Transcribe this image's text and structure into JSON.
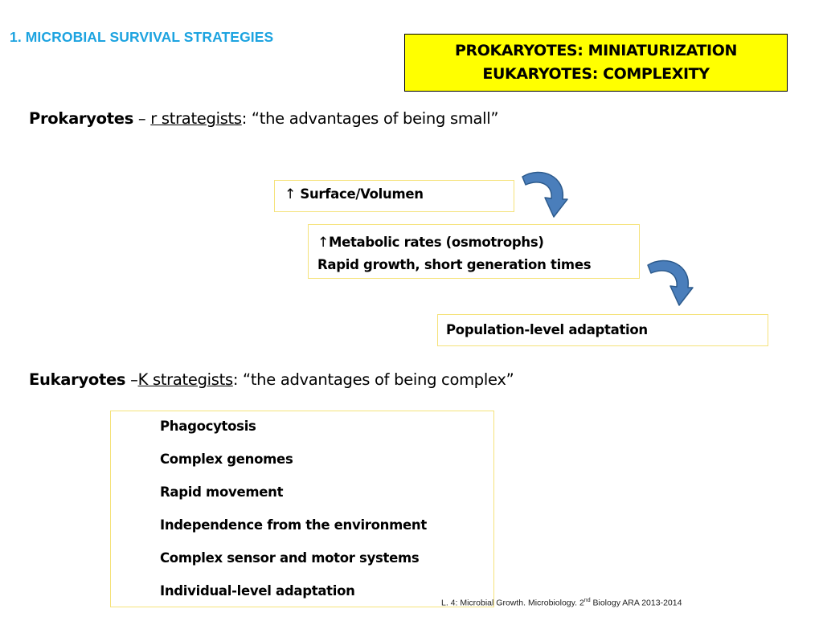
{
  "section_title": "1. MICROBIAL SURVIVAL STRATEGIES",
  "highlight_box": {
    "line1": "PROKARYOTES: MINIATURIZATION",
    "line2": "EUKARYOTES: COMPLEXITY",
    "color": "#ffff00"
  },
  "prokaryotes": {
    "label": "Prokaryotes",
    "dash": " – ",
    "strategy": "r strategists",
    "quote": ": “the advantages of being small”"
  },
  "flow": {
    "arrow_symbol": "↑",
    "box1": "Surface/Volumen",
    "box2_line1": "Metabolic rates (osmotrophs)",
    "box2_line2": "Rapid growth, short generation times",
    "box3": "Population-level adaptation"
  },
  "eukaryotes": {
    "label": "Eukaryotes",
    "dash": " –",
    "strategy": "K strategists",
    "quote": ": “the advantages of being complex”",
    "features": [
      "Phagocytosis",
      "Complex genomes",
      "Rapid movement",
      "Independence from the environment",
      "Complex sensor and motor systems",
      "Individual-level adaptation"
    ]
  },
  "footer": {
    "before": "L. 4: Microbial Growth.  Microbiology. 2",
    "sup": "nd",
    "after": " Biology ARA  2013-2014"
  },
  "colors": {
    "title_blue": "#1ca3e0",
    "box_border": "#f5e27a",
    "arrow_fill": "#4a7ebb",
    "arrow_stroke": "#2c5a8c"
  }
}
